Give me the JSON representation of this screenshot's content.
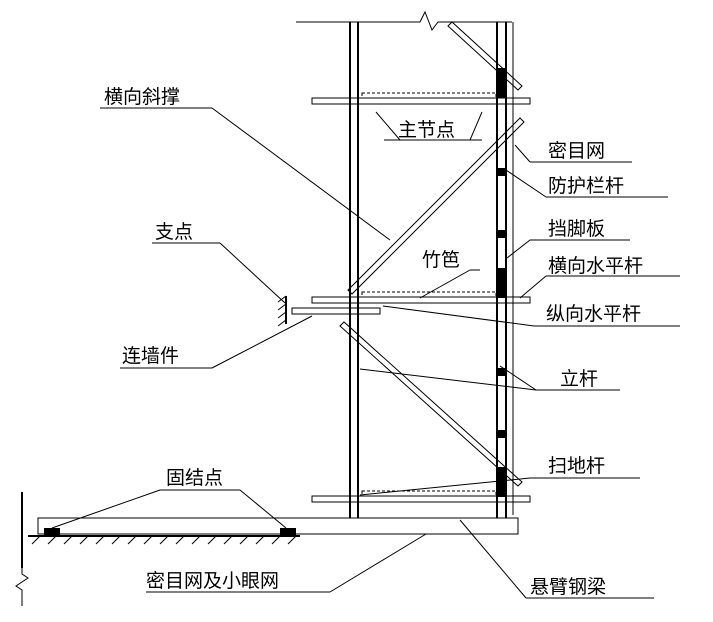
{
  "diagram": {
    "labels": {
      "heng_xiang_xie_cheng": "横向斜撑",
      "zhu_jie_dian": "主节点",
      "mi_mu_wang": "密目网",
      "fang_hu_lan_gan": "防护栏杆",
      "dang_jiao_ban": "挡脚板",
      "zhu_ba": "竹笆",
      "heng_xiang_shui_ping_gan": "横向水平杆",
      "zong_xiang_shui_ping_gan": "纵向水平杆",
      "zhi_dian": "支点",
      "lian_qiang_jian": "连墙件",
      "li_gan": "立杆",
      "sao_di_gan": "扫地杆",
      "gu_jie_dian": "固结点",
      "mi_mu_wang_ji_xiao_yan_wang": "密目网及小眼网",
      "xuan_bi_gang_liang": "悬臂钢梁"
    }
  }
}
